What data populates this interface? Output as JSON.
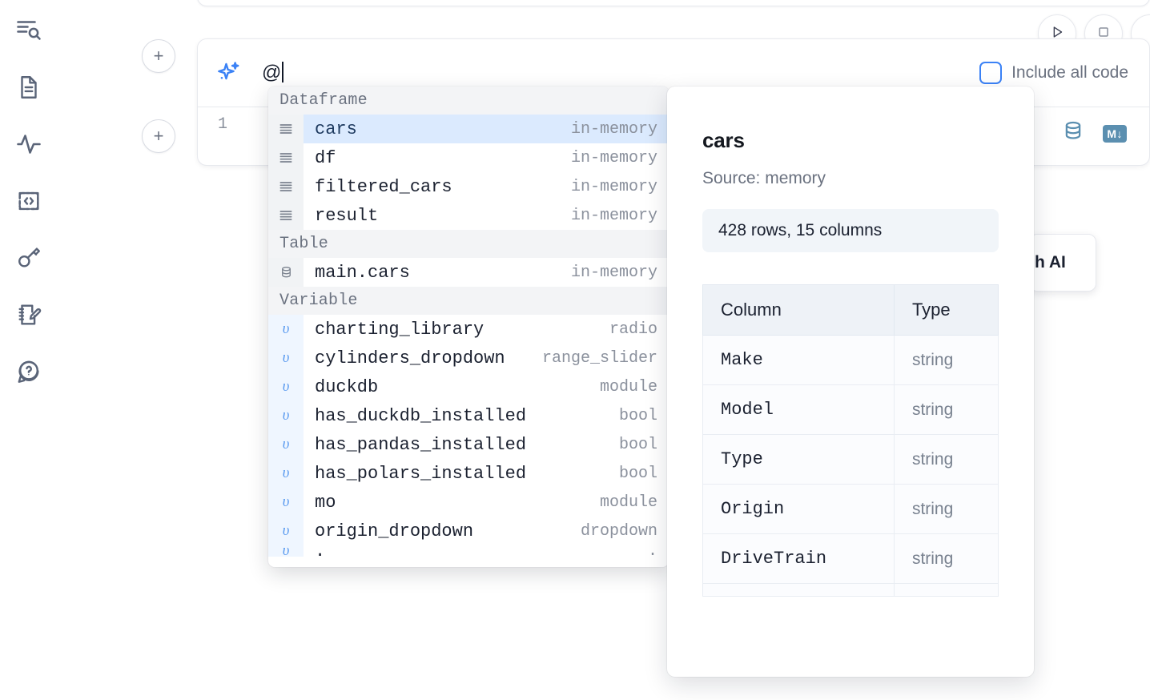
{
  "sidebar": {
    "items": [
      {
        "name": "explore-files-icon",
        "label": "Explore"
      },
      {
        "name": "document-icon",
        "label": "Notebook"
      },
      {
        "name": "activity-icon",
        "label": "Activity"
      },
      {
        "name": "snippets-icon",
        "label": "Snippets"
      },
      {
        "name": "secrets-key-icon",
        "label": "Secrets"
      },
      {
        "name": "scratchpad-edit-icon",
        "label": "Scratchpad"
      },
      {
        "name": "help-question-icon",
        "label": "Help"
      }
    ]
  },
  "toolbar": {
    "run_label": "Run",
    "stop_label": "Interrupt",
    "more_label": "More"
  },
  "ai_cell": {
    "sparkle_icon": "sparkle-icon",
    "prompt_value": "@",
    "include_all_code_label": "Include all code",
    "include_all_code_checked": false,
    "line_number": "1",
    "database_icon": "database-icon",
    "markdown_icon": "markdown-icon",
    "markdown_label": "M↓",
    "add_cell_label": "+"
  },
  "ai_card": {
    "text": "h AI"
  },
  "autocomplete": {
    "groups": [
      {
        "label": "Dataframe",
        "icon": "dataframe-icon",
        "items": [
          {
            "name": "cars",
            "type": "in-memory",
            "selected": true
          },
          {
            "name": "df",
            "type": "in-memory",
            "selected": false
          },
          {
            "name": "filtered_cars",
            "type": "in-memory",
            "selected": false
          },
          {
            "name": "result",
            "type": "in-memory",
            "selected": false
          }
        ]
      },
      {
        "label": "Table",
        "icon": "table-database-icon",
        "items": [
          {
            "name": "main.cars",
            "type": "in-memory",
            "selected": false
          }
        ]
      },
      {
        "label": "Variable",
        "icon": "variable-icon",
        "items": [
          {
            "name": "charting_library",
            "type": "radio",
            "selected": false
          },
          {
            "name": "cylinders_dropdown",
            "type": "range_slider",
            "selected": false
          },
          {
            "name": "duckdb",
            "type": "module",
            "selected": false
          },
          {
            "name": "has_duckdb_installed",
            "type": "bool",
            "selected": false
          },
          {
            "name": "has_pandas_installed",
            "type": "bool",
            "selected": false
          },
          {
            "name": "has_polars_installed",
            "type": "bool",
            "selected": false
          },
          {
            "name": "mo",
            "type": "module",
            "selected": false
          },
          {
            "name": "origin_dropdown",
            "type": "dropdown",
            "selected": false
          }
        ]
      }
    ],
    "variable_glyph": "υ"
  },
  "detail": {
    "title": "cars",
    "source": "Source: memory",
    "shape": "428 rows, 15 columns",
    "table": {
      "headers": [
        "Column",
        "Type"
      ],
      "rows": [
        {
          "column": "Make",
          "type": "string"
        },
        {
          "column": "Model",
          "type": "string"
        },
        {
          "column": "Type",
          "type": "string"
        },
        {
          "column": "Origin",
          "type": "string"
        },
        {
          "column": "DriveTrain",
          "type": "string"
        }
      ]
    }
  },
  "colors": {
    "accent_blue": "#3b82f6",
    "selected_row": "#dbeafe",
    "icon_slate": "#5a6478",
    "steel_blue": "#5b8fb0",
    "group_header_bg": "#f3f4f6"
  }
}
